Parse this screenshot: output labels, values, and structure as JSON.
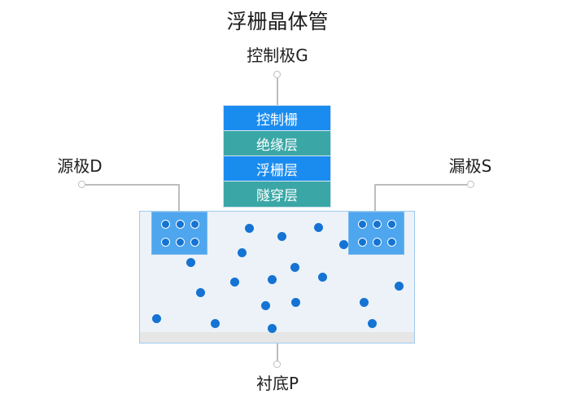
{
  "title": "浮栅晶体管",
  "labels": {
    "gate": "控制极G",
    "source": "源极D",
    "drain": "漏极S",
    "substrate": "衬底P"
  },
  "gate_stack": [
    {
      "label": "控制栅",
      "color": "#1a8cf0"
    },
    {
      "label": "绝缘层",
      "color": "#3aa7a6"
    },
    {
      "label": "浮栅层",
      "color": "#1a8cf0"
    },
    {
      "label": "隧穿层",
      "color": "#3aa7a6"
    }
  ],
  "colors": {
    "substrate_fill": "#ecf2f8",
    "region_fill": "#4ea6ee",
    "electron": "#1473d3",
    "leader": "#bdbdbd"
  }
}
